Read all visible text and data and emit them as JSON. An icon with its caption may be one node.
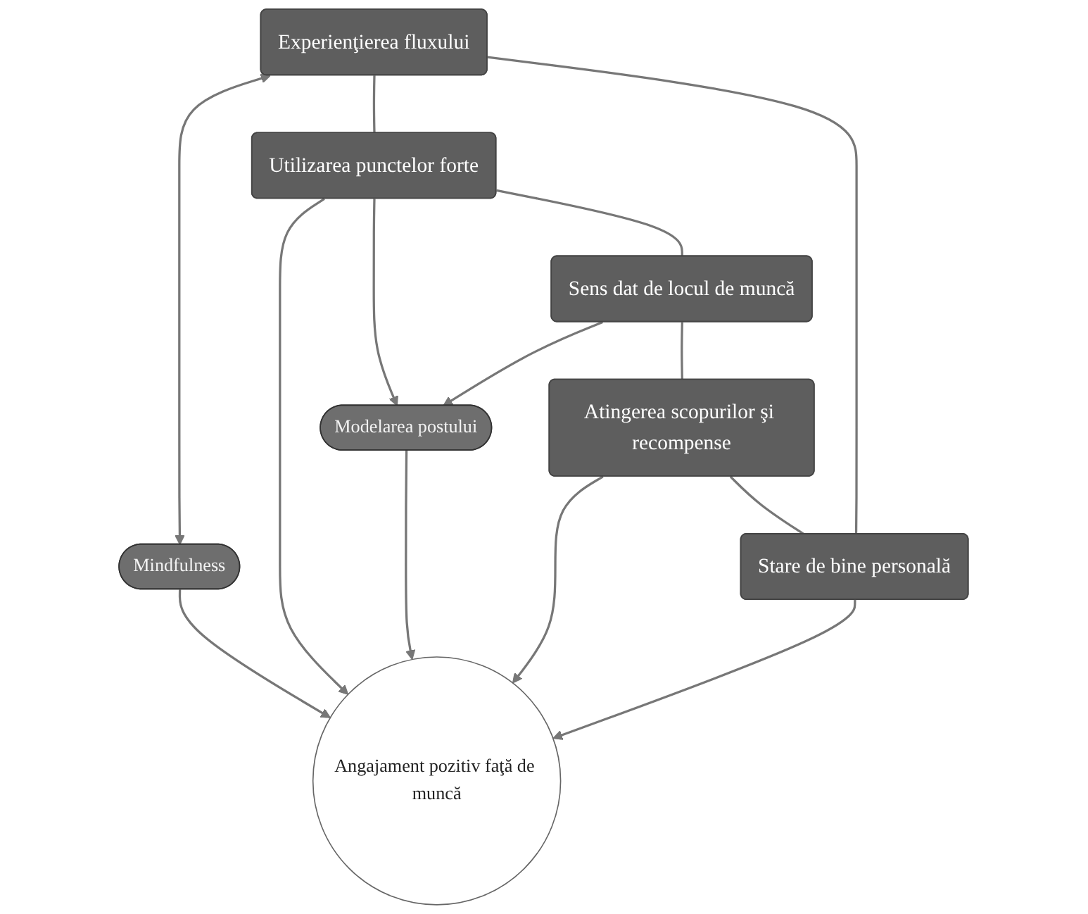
{
  "diagram": {
    "nodes": [
      {
        "text": [
          "Experienţierea fluxului"
        ]
      },
      {
        "text": [
          "Mindfulness"
        ]
      },
      {
        "text": [
          "Stare de bine personală"
        ]
      },
      {
        "text": [
          "Utilizarea punctelor forte"
        ]
      },
      {
        "text": [
          "Angajament pozitiv faţă de muncă"
        ]
      },
      {
        "text": [
          "Modelarea postului"
        ]
      },
      {
        "text": [
          "Atingerea scopurilor şi recompense"
        ]
      },
      {
        "text": [
          "Sens dat de locul de muncă"
        ]
      }
    ],
    "edges": [
      {
        "from": 0,
        "to": 1,
        "arrow": "both"
      },
      {
        "from": 1,
        "to": 4,
        "arrow": "to"
      },
      {
        "from": 2,
        "to": 4,
        "arrow": "to"
      },
      {
        "from": 3,
        "to": 4,
        "arrow": "to"
      },
      {
        "from": 3,
        "to": 5,
        "arrow": "to"
      },
      {
        "from": 5,
        "to": 4,
        "arrow": "to"
      },
      {
        "from": 7,
        "to": 5,
        "arrow": "to"
      },
      {
        "from": 6,
        "to": 4,
        "arrow": "to"
      },
      {
        "from": 0,
        "to": 3,
        "arrow": "none"
      },
      {
        "from": 3,
        "to": 7,
        "arrow": "none"
      },
      {
        "from": 7,
        "to": 6,
        "arrow": "none"
      },
      {
        "from": 6,
        "to": 2,
        "arrow": "none"
      },
      {
        "from": 2,
        "to": 0,
        "arrow": "none"
      }
    ]
  }
}
